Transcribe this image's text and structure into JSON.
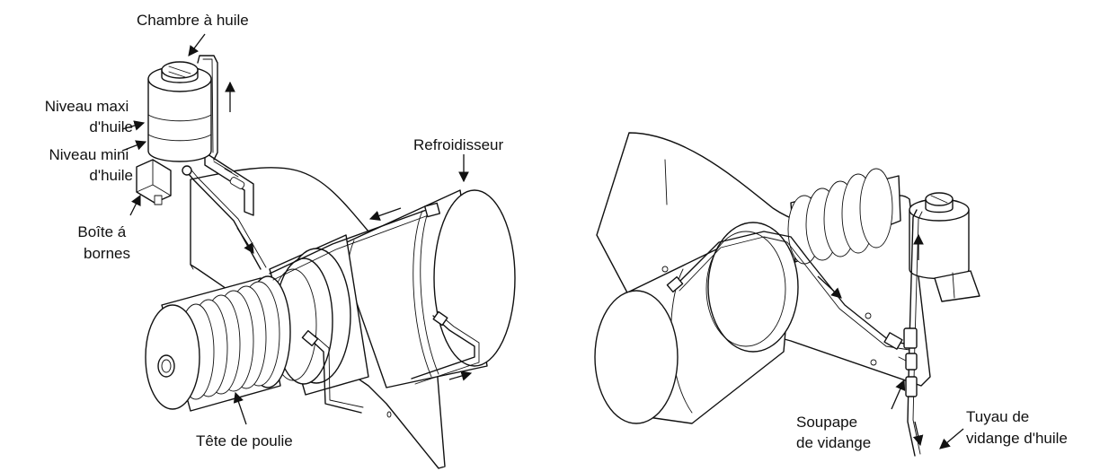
{
  "labels": {
    "oil_chamber": "Chambre à huile",
    "max_oil_level_1": "Niveau maxi",
    "max_oil_level_2": "d'huile",
    "min_oil_level_1": "Niveau mini",
    "min_oil_level_2": "d'huile",
    "terminal_box_1": "Boîte á",
    "terminal_box_2": "bornes",
    "cooler": "Refroidisseur",
    "pulley_head": "Tête de poulie",
    "drain_valve_1": "Soupape",
    "drain_valve_2": "de vidange",
    "oil_drain_pipe_1": "Tuyau de",
    "oil_drain_pipe_2": "vidange d'huile"
  },
  "colors": {
    "line": "#111111",
    "background": "#ffffff"
  }
}
